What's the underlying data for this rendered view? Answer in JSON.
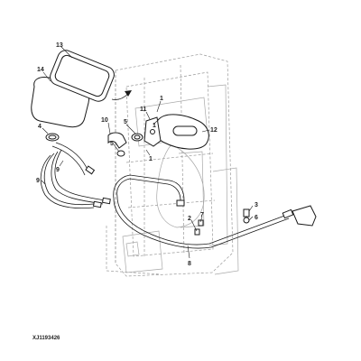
{
  "figure_id": "XJ1193426",
  "callouts": [
    "1",
    "1",
    "1",
    "2",
    "3",
    "4",
    "5",
    "5",
    "6",
    "7",
    "8",
    "9",
    "9",
    "10",
    "11",
    "12",
    "13",
    "14"
  ]
}
